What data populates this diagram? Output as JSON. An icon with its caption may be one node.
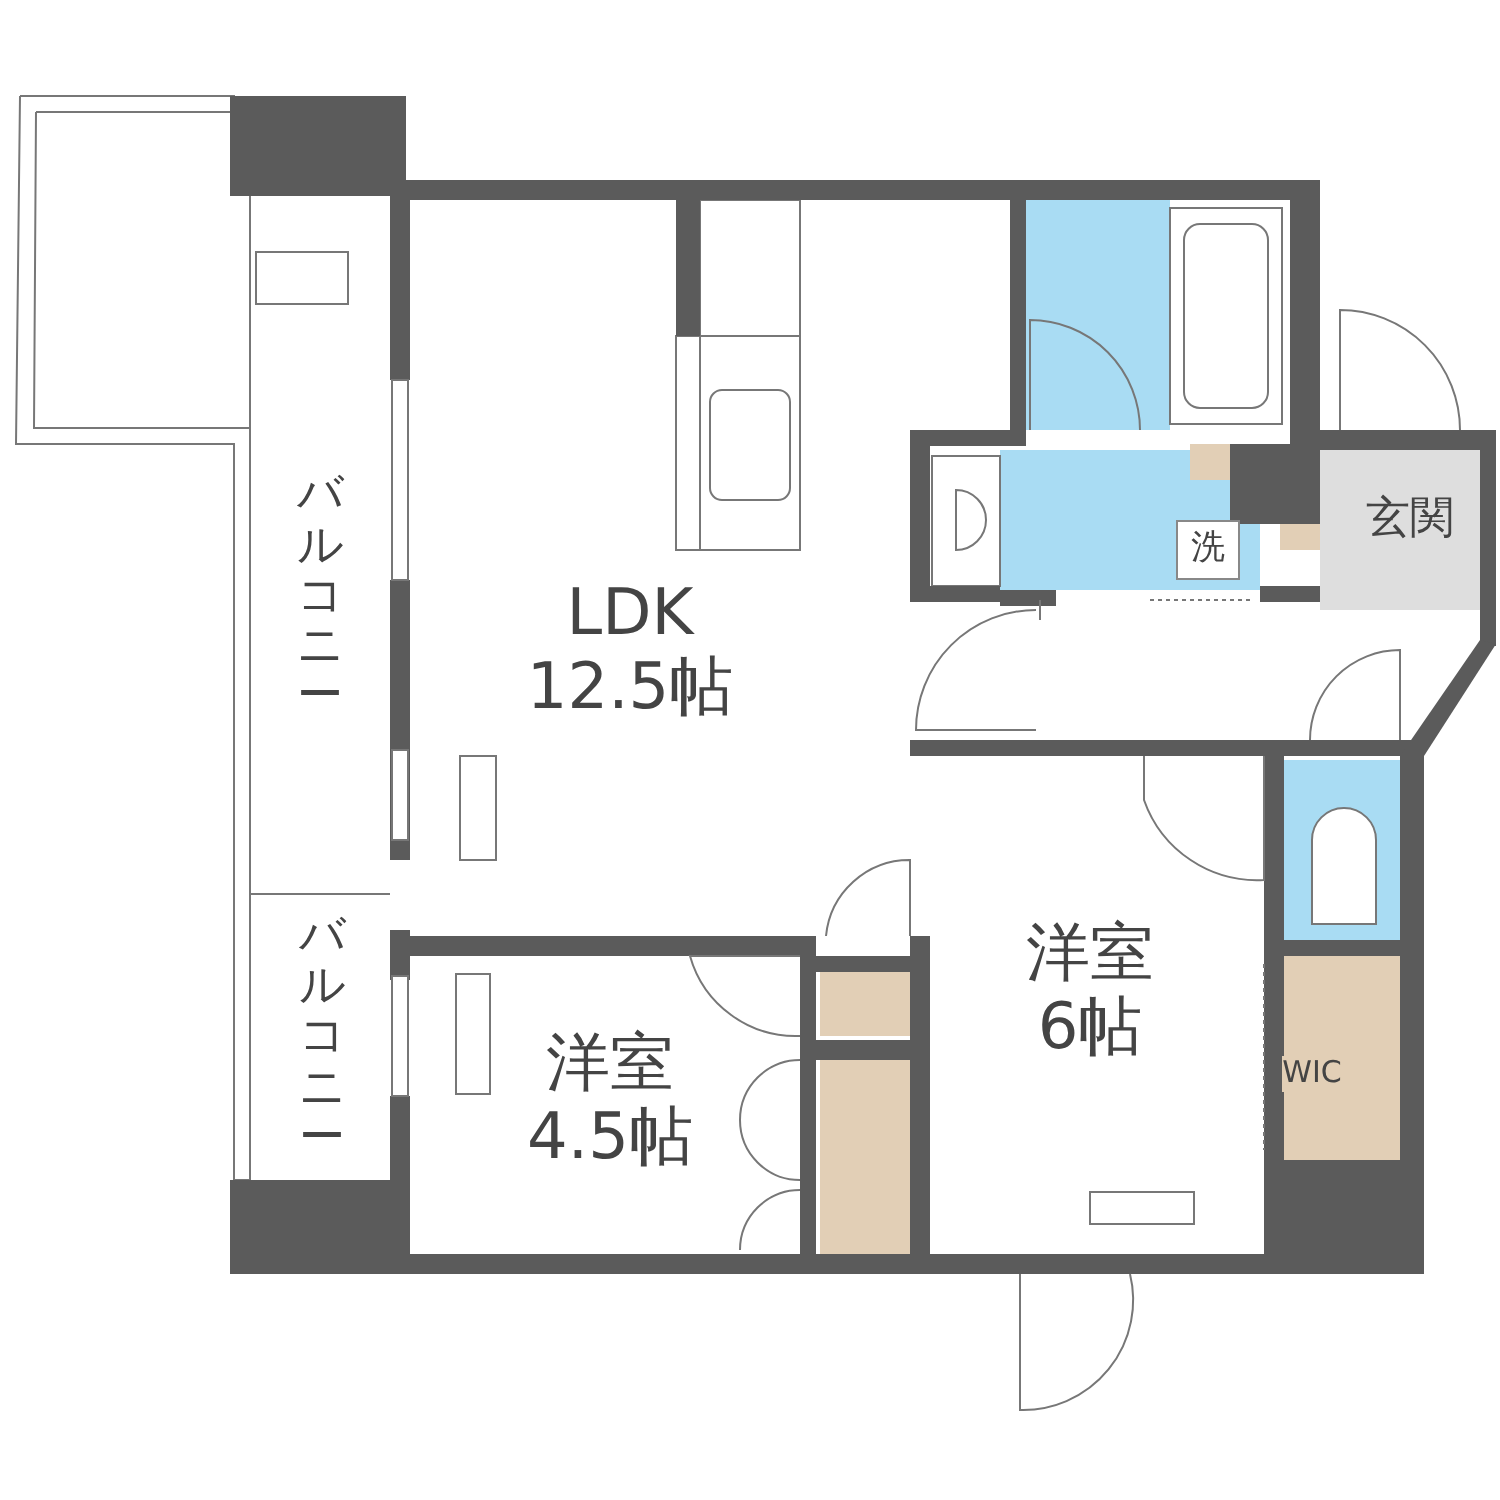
{
  "diagram": {
    "nodes": [
      {
        "text": [
          "バルコニー"
        ]
      },
      {
        "text": [
          "LDK",
          "12.5帖"
        ]
      },
      {
        "text": [
          "洗"
        ]
      },
      {
        "text": [
          "玄関"
        ]
      },
      {
        "text": [
          "洋室",
          "6帖"
        ]
      },
      {
        "text": [
          "バルコニー"
        ]
      },
      {
        "text": [
          "洋室",
          "4.5帖"
        ]
      },
      {
        "text": [
          "WIC"
        ]
      }
    ]
  }
}
